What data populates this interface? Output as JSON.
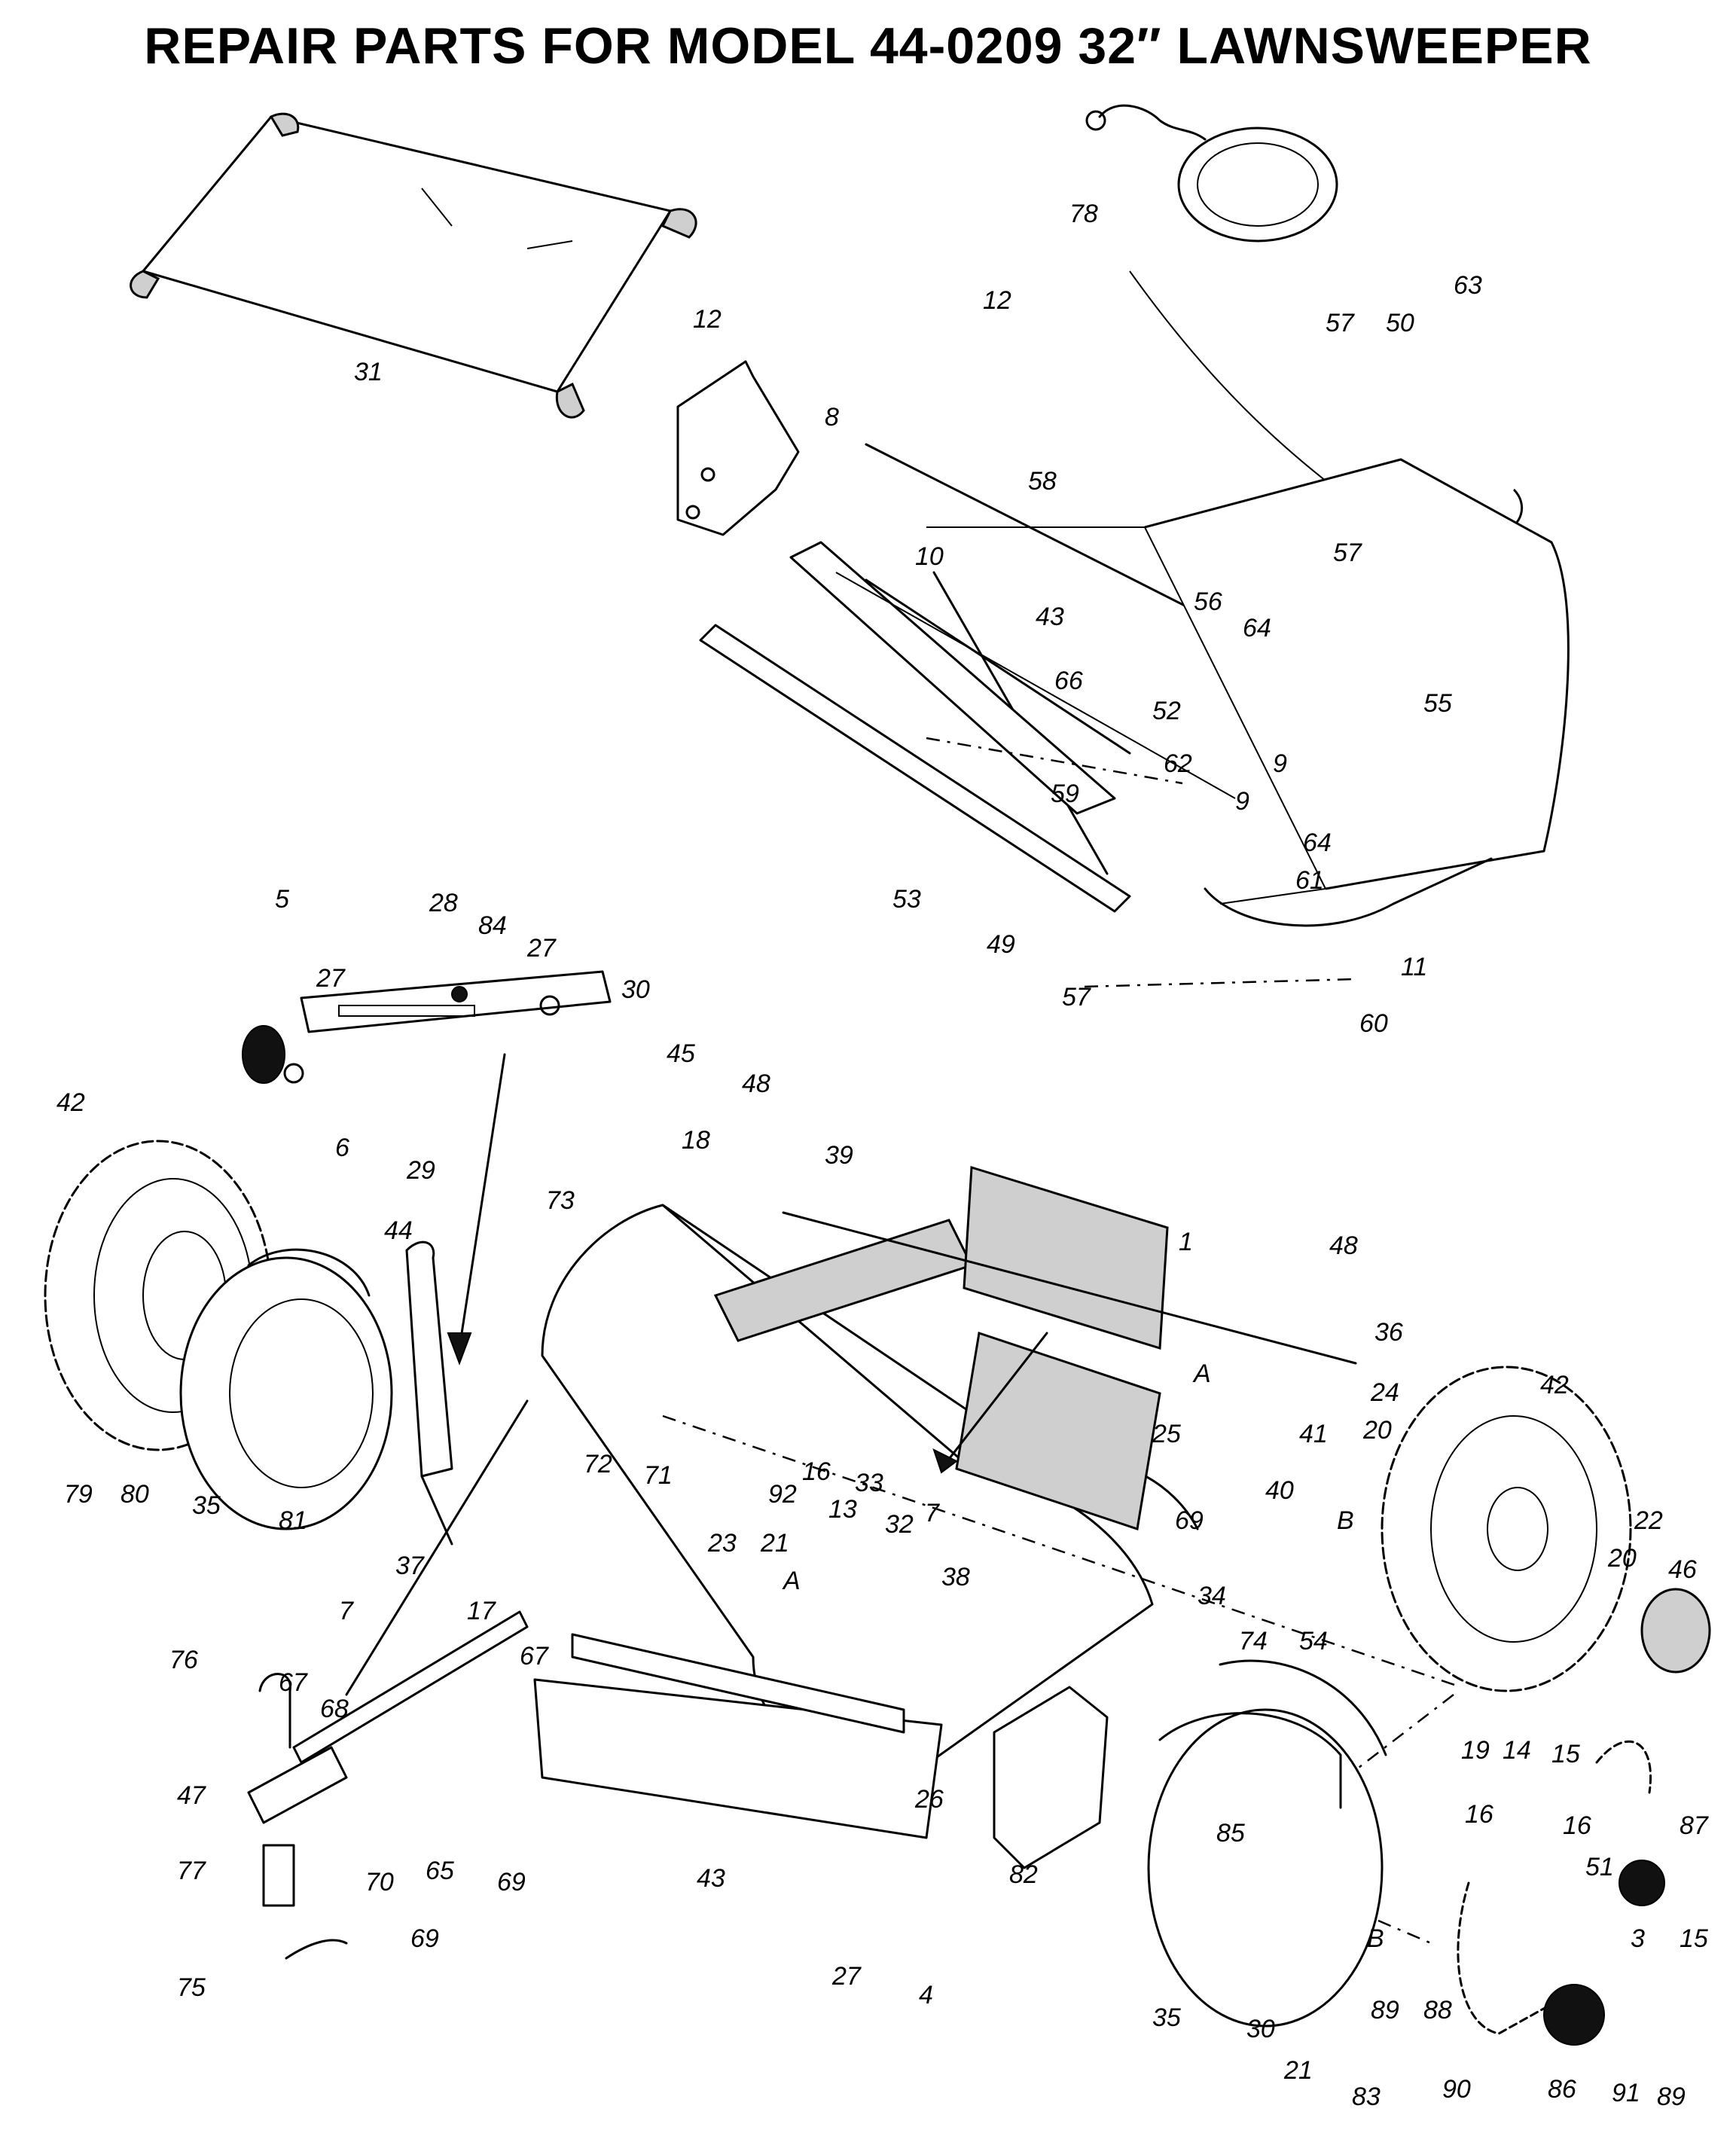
{
  "title": "REPAIR PARTS FOR MODEL 44-0209 32″ LAWNSWEEPER",
  "callouts": {
    "p78": "78",
    "p12a": "12",
    "p63": "63",
    "p57a": "57",
    "p50": "50",
    "p31": "31",
    "p12b": "12",
    "p8": "8",
    "p58": "58",
    "p57b": "57",
    "p10": "10",
    "p43a": "43",
    "p56": "56",
    "p64a": "64",
    "p66": "66",
    "p52": "52",
    "p55": "55",
    "p62": "62",
    "p9a": "9",
    "p59": "59",
    "p9b": "9",
    "p64b": "64",
    "p61": "61",
    "p53": "53",
    "p49": "49",
    "p57c": "57",
    "p11": "11",
    "p60": "60",
    "p5": "5",
    "p28": "28",
    "p84": "84",
    "p27a": "27",
    "p27b": "27",
    "p30a": "30",
    "p45": "45",
    "p6": "6",
    "p29": "29",
    "p48a": "48",
    "p18": "18",
    "p39": "39",
    "p42a": "42",
    "p73": "73",
    "p44": "44",
    "p1": "1",
    "p48b": "48",
    "p36": "36",
    "p24": "24",
    "p25": "25",
    "p41": "41",
    "p40": "40",
    "pA1": "A",
    "p42b": "42",
    "p20a": "20",
    "pB1": "B",
    "p22": "22",
    "p20b": "20",
    "p46": "46",
    "p79": "79",
    "p80": "80",
    "p35a": "35",
    "p81": "81",
    "p72": "72",
    "p71": "71",
    "p92": "92",
    "p16a": "16",
    "p33": "33",
    "p13": "13",
    "p32": "32",
    "p7a": "7",
    "p38": "38",
    "p23": "23",
    "p21a": "21",
    "pA2": "A",
    "p69a": "69",
    "p37": "37",
    "p17": "17",
    "p34": "34",
    "p7b": "7",
    "p67a": "67",
    "p74": "74",
    "p54": "54",
    "p76": "76",
    "p67b": "67",
    "p68": "68",
    "p47": "47",
    "p77": "77",
    "p70": "70",
    "p65": "65",
    "p69b": "69",
    "p69c": "69",
    "p75": "75",
    "p43b": "43",
    "p26": "26",
    "p27c": "27",
    "p4": "4",
    "p82": "82",
    "p85": "85",
    "pB2": "B",
    "p35b": "35",
    "p30b": "30",
    "p21b": "21",
    "p83": "83",
    "p19": "19",
    "p14": "14",
    "p15a": "15",
    "p16b": "16",
    "p16c": "16",
    "p51": "51",
    "p3": "3",
    "p87": "87",
    "p15b": "15",
    "p89a": "89",
    "p88": "88",
    "p90": "90",
    "p86": "86",
    "p91": "91",
    "p89b": "89"
  }
}
